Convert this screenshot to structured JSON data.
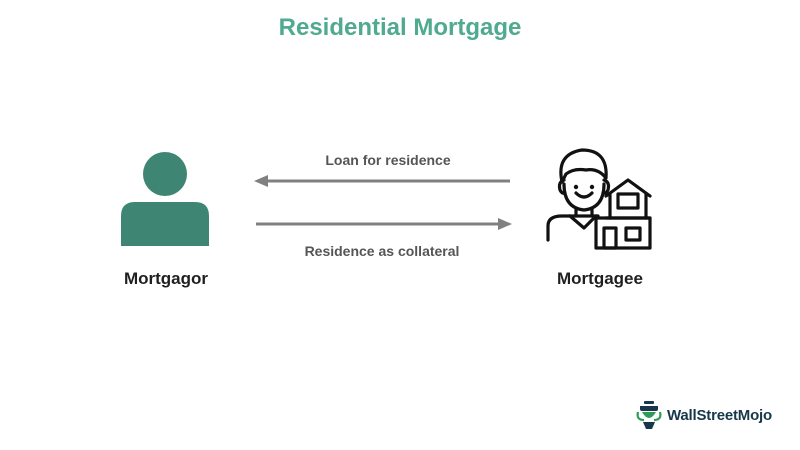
{
  "diagram": {
    "title": "Residential Mortgage",
    "left_actor": {
      "label": "Mortgagor",
      "icon": "person-icon",
      "color": "#3e8673"
    },
    "right_actor": {
      "label": "Mortgagee",
      "icon": "lender-with-house-icon"
    },
    "flows": [
      {
        "label": "Loan for residence",
        "direction": "right-to-left"
      },
      {
        "label": "Residence as collateral",
        "direction": "left-to-right"
      }
    ],
    "brand": {
      "name": "WallStreetMojo",
      "icon": "wallstreetmojo-logo-icon",
      "colors": [
        "#2f9a58",
        "#17384a"
      ]
    },
    "colors": {
      "title": "#4faa8f",
      "arrow": "#808080"
    }
  }
}
